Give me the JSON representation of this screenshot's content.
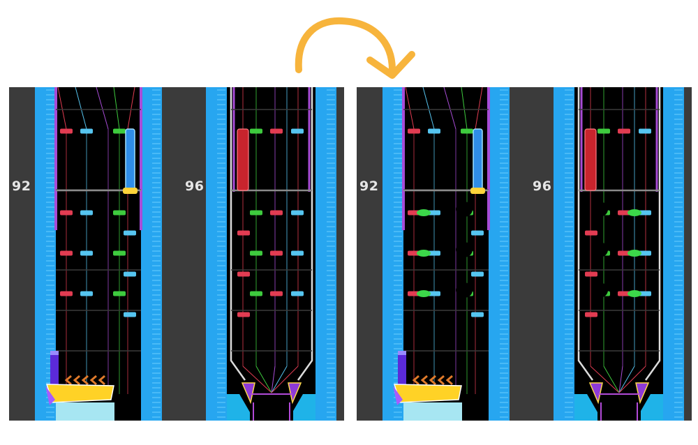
{
  "panels": [
    {
      "id": "before",
      "measures": [
        "92",
        "96"
      ]
    },
    {
      "id": "after",
      "measures": [
        "92",
        "96"
      ]
    }
  ],
  "colors": {
    "background": "#3b3b3b",
    "highway": "#000000",
    "side_rail": "#27a6f0",
    "lane_red": "#e23c52",
    "lane_blue": "#56c5f0",
    "lane_green": "#3ecb3e",
    "lane_purple": "#a84cd6",
    "hold_red": "#c8242d",
    "hold_blue": "#2f8de8",
    "added_note": "#3cd84a",
    "removed_note": "#000000",
    "arrow": "#f7b43c"
  },
  "icons": {
    "transition_arrow": "curved-arrow-icon"
  }
}
